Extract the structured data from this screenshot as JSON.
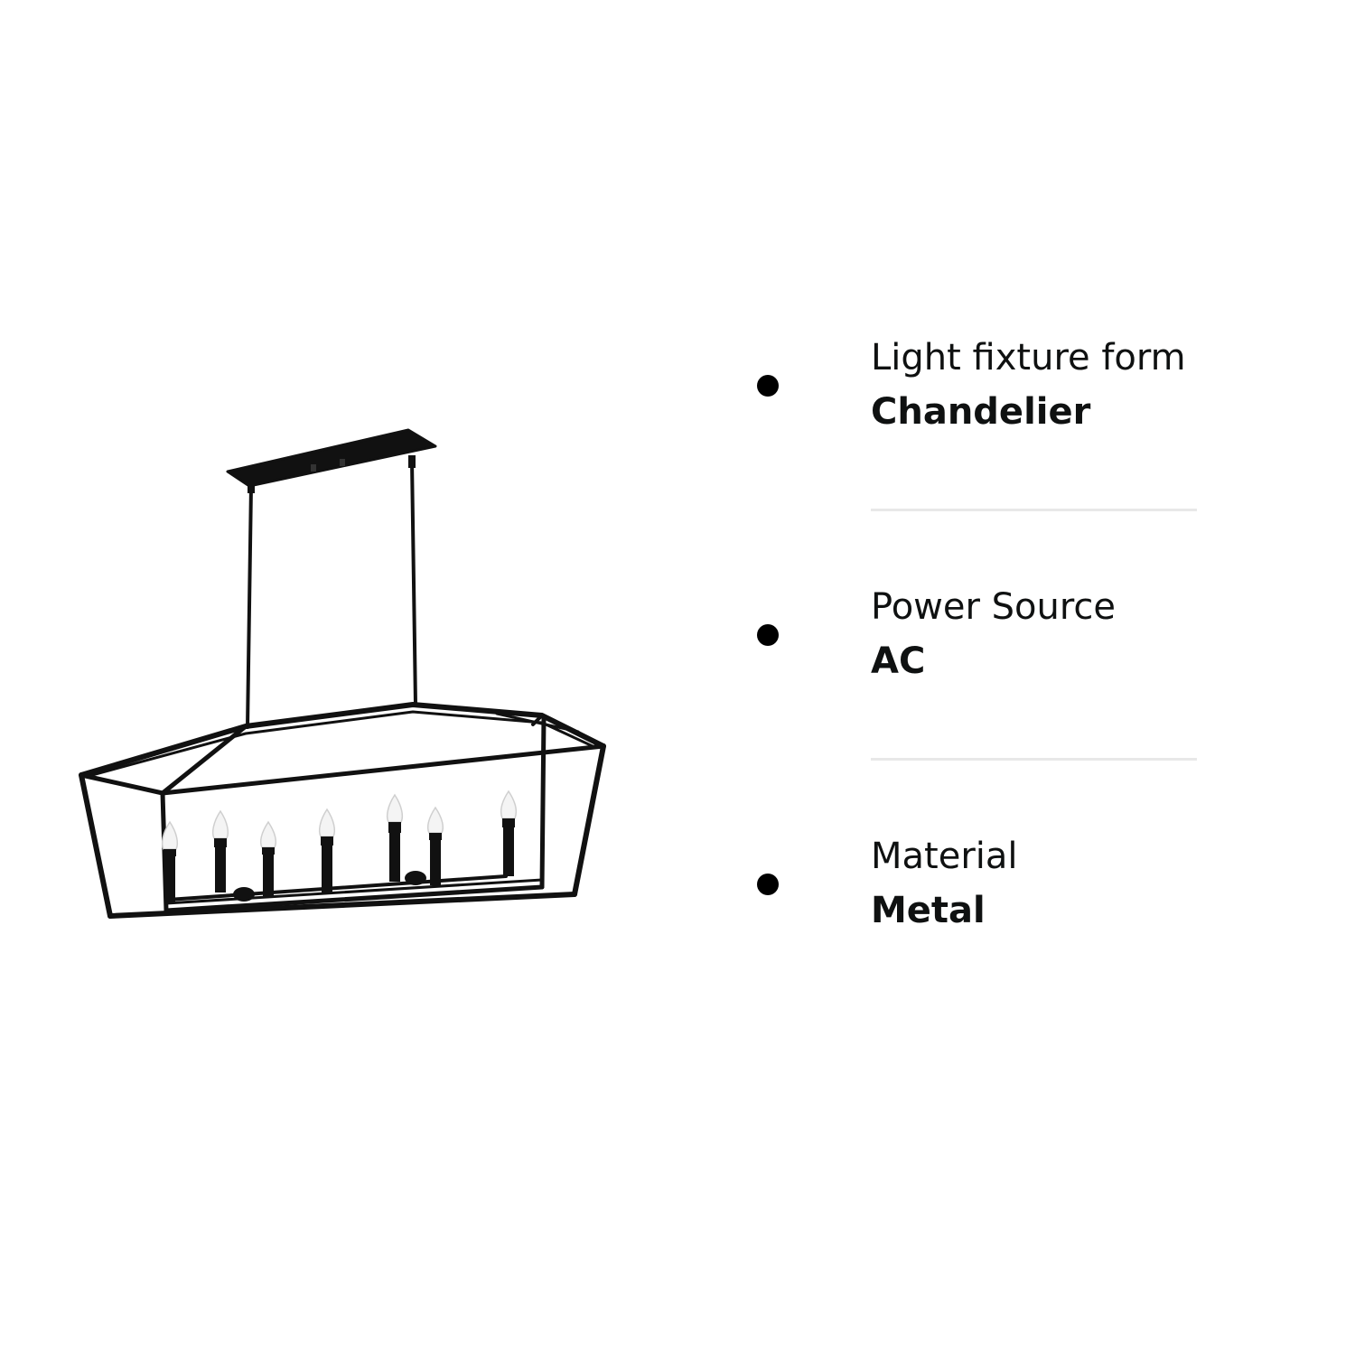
{
  "product": {
    "image_name": "black-linear-cage-chandelier",
    "frame_color": "#111111",
    "bulb_color": "#f4f4f4"
  },
  "specs": [
    {
      "label": "Light fixture form",
      "value": "Chandelier"
    },
    {
      "label": "Power Source",
      "value": "AC"
    },
    {
      "label": "Material",
      "value": "Metal"
    }
  ],
  "colors": {
    "text": "#0f1111",
    "bullet": "#000000",
    "divider": "#e8e8e8",
    "background": "#ffffff"
  }
}
